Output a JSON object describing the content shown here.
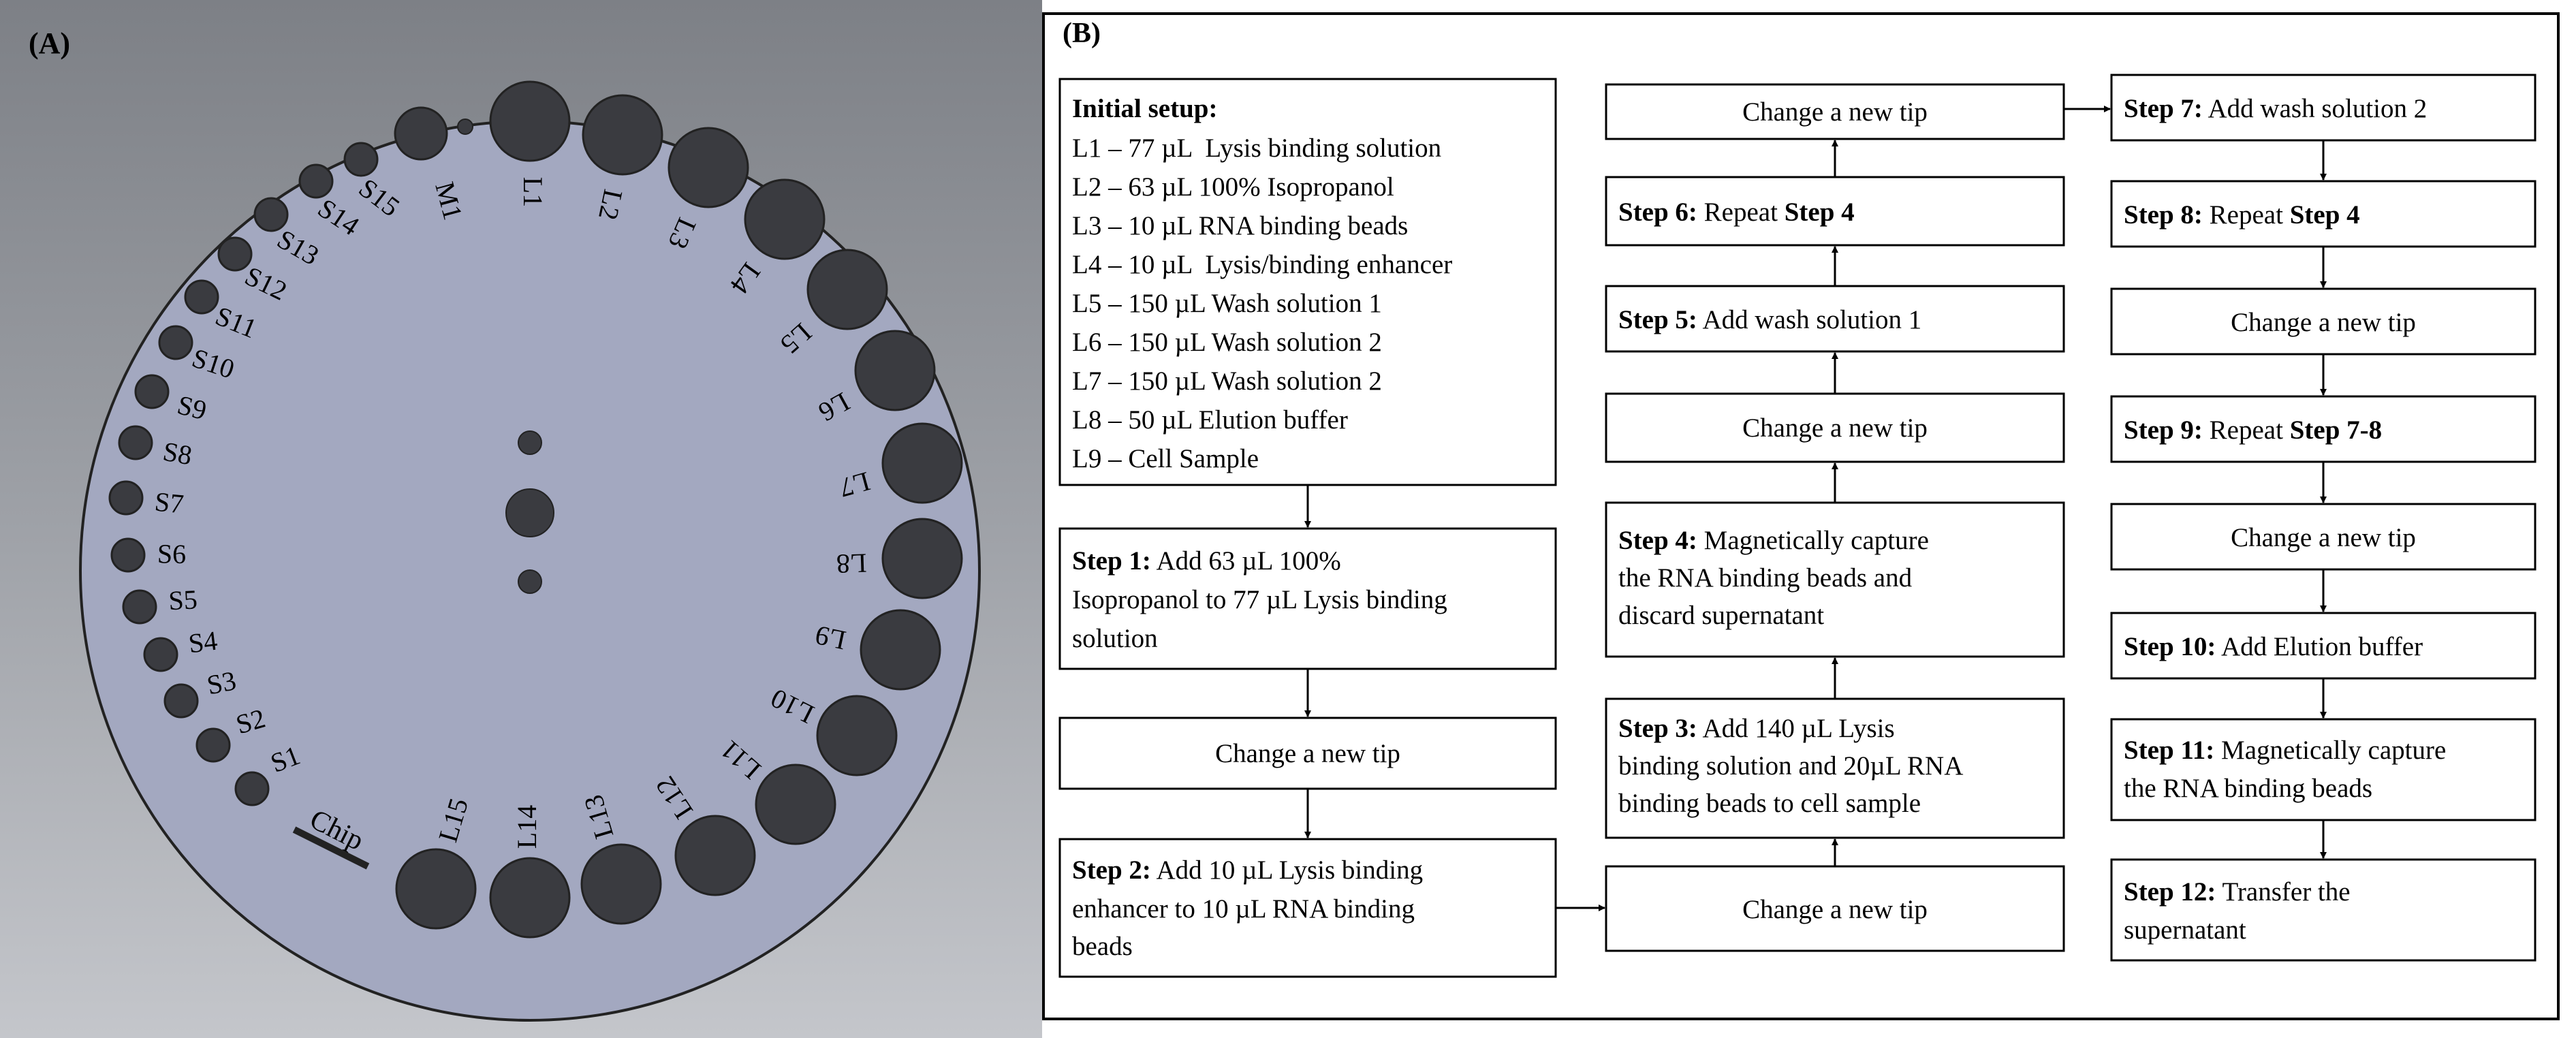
{
  "panel_a": {
    "label": "(A)",
    "colors": {
      "background": "#8a8d93",
      "disc": "#a3a8c0",
      "well": "#3a3b40",
      "edge": "#222222"
    },
    "chip_label": "Chip",
    "s_wells": [
      "S1",
      "S2",
      "S3",
      "S4",
      "S5",
      "S6",
      "S7",
      "S8",
      "S9",
      "S10",
      "S11",
      "S12",
      "S13",
      "S14",
      "S15"
    ],
    "m_well": "M1",
    "l_wells": [
      "L1",
      "L2",
      "L3",
      "L4",
      "L5",
      "L6",
      "L7",
      "L8",
      "L9",
      "L10",
      "L11",
      "L12",
      "L13",
      "L14",
      "L15"
    ]
  },
  "panel_b": {
    "label": "(B)",
    "initial_setup": {
      "title": "Initial setup:",
      "lines": [
        "L1 – 77 µL  Lysis binding solution",
        "L2 – 63 µL 100% Isopropanol",
        "L3 – 10 µL RNA binding beads",
        "L4 – 10 µL  Lysis/binding enhancer",
        "L5 – 150 µL Wash solution 1",
        "L6 – 150 µL Wash solution 2",
        "L7 – 150 µL Wash solution 2",
        "L8 – 50 µL Elution buffer",
        "L9 – Cell Sample"
      ]
    },
    "boxes": {
      "step1": {
        "bold": "Step 1:",
        "lines": [
          " Add 63 µL 100%",
          "Isopropanol to 77 µL Lysis binding",
          "solution"
        ]
      },
      "c1_tip": {
        "text": "Change a new tip"
      },
      "step2": {
        "bold": "Step 2:",
        "lines": [
          " Add 10 µL Lysis binding",
          "enhancer to 10 µL RNA binding",
          "beads"
        ]
      },
      "c2_tip_top": {
        "text": "Change a new tip"
      },
      "step6": {
        "bold": "Step 6:",
        "rest": " Repeat ",
        "bold2": "Step 4"
      },
      "step5": {
        "bold": "Step 5:",
        "rest": " Add wash solution 1"
      },
      "c2_tip_mid": {
        "text": "Change a new tip"
      },
      "step4": {
        "bold": "Step 4:",
        "lines": [
          " Magnetically capture",
          "the RNA binding beads and",
          "discard supernatant"
        ]
      },
      "step3": {
        "bold": "Step 3:",
        "lines": [
          " Add 140 µL Lysis",
          "binding solution and 20µL RNA",
          "binding beads to cell sample"
        ]
      },
      "c2_tip_bottom": {
        "text": "Change a new tip"
      },
      "step7": {
        "bold": "Step 7:",
        "rest": " Add wash solution 2"
      },
      "step8": {
        "bold": "Step 8:",
        "rest": " Repeat ",
        "bold2": "Step 4"
      },
      "c3_tip_1": {
        "text": "Change a new tip"
      },
      "step9": {
        "bold": "Step 9:",
        "rest": " Repeat ",
        "bold2": "Step 7-8"
      },
      "c3_tip_2": {
        "text": "Change a new tip"
      },
      "step10": {
        "bold": "Step 10:",
        "rest": " Add Elution buffer"
      },
      "step11": {
        "bold": "Step 11:",
        "lines": [
          " Magnetically capture",
          "the RNA binding beads"
        ]
      },
      "step12": {
        "bold": "Step 12:",
        "lines": [
          " Transfer the",
          "supernatant"
        ]
      }
    }
  }
}
